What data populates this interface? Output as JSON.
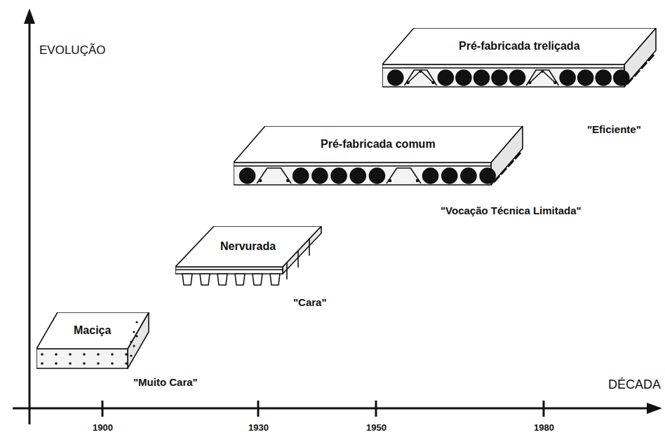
{
  "diagram": {
    "nodes": [
      {
        "text": [
          "Maciça"
        ]
      },
      {
        "text": [
          "Nervurada"
        ]
      },
      {
        "text": [
          "Pré-fabricada comum"
        ]
      },
      {
        "text": [
          "Pré-fabricada treliçada"
        ]
      }
    ],
    "labels": [
      "EVOLUÇÃO",
      "DÉCADA",
      "1900",
      "1930",
      "1950",
      "1980",
      "\"Muito Cara\"",
      "\"Cara\"",
      "\"Vocação Técnica Limitada\"",
      "\"Eficiente\""
    ]
  }
}
